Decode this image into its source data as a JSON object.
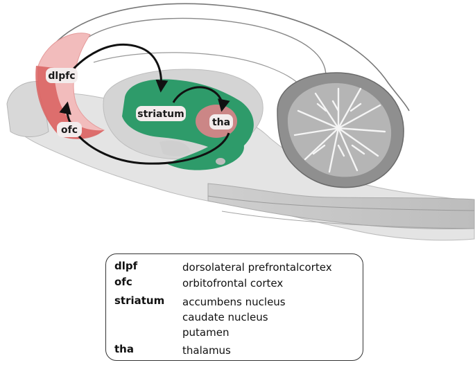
{
  "diagram": {
    "labels": {
      "dlpfc": "dlpfc",
      "ofc": "ofc",
      "striatum": "striatum",
      "tha": "tha"
    },
    "colors": {
      "prefrontal_light": "#f2bcbc",
      "prefrontal_dark": "#d9605f",
      "striatum": "#2e9b6a",
      "thalamus": "#d98489",
      "brain_gray": "#d9d9d9",
      "cerebellum": "#9a9a9a",
      "arrow": "#111111",
      "label_box": "#f3ecec"
    }
  },
  "legend": {
    "entries": [
      {
        "abbr": "dlpf",
        "lines": [
          "dorsolateral prefrontalcortex"
        ]
      },
      {
        "abbr": "ofc",
        "lines": [
          "orbitofrontal cortex"
        ]
      },
      {
        "abbr": "striatum",
        "lines": [
          "accumbens nucleus",
          "caudate nucleus",
          "putamen"
        ]
      },
      {
        "abbr": "tha",
        "lines": [
          "thalamus"
        ]
      }
    ]
  }
}
